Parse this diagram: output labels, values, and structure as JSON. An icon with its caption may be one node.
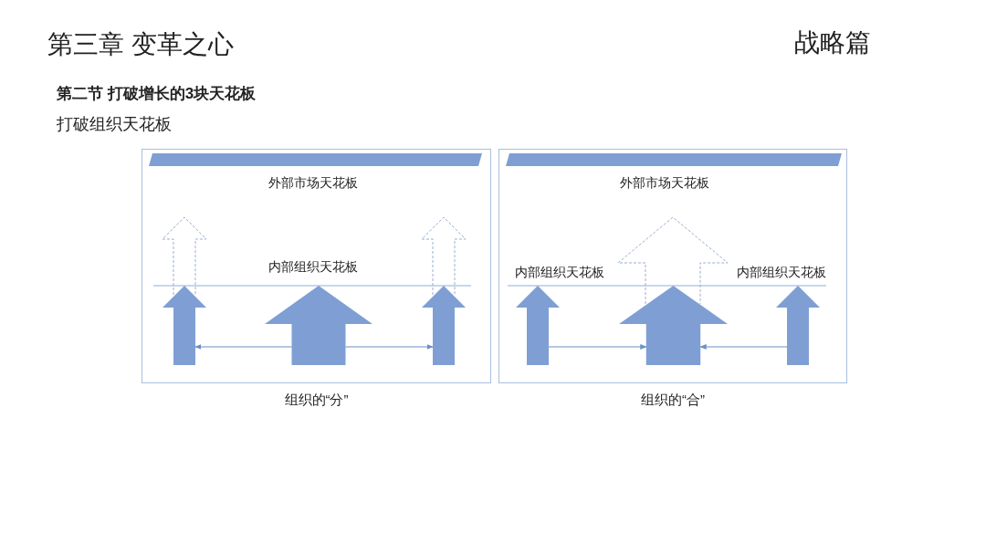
{
  "diagram": {
    "title": "第三章 变革之心",
    "nodes": [
      {
        "text": [],
        "shape": "box",
        "beside": [
          "组织的“分”"
        ]
      },
      {
        "text": [],
        "shape": "bar",
        "in": 0
      },
      {
        "text": [],
        "shape": "arrow",
        "in": 0
      },
      {
        "text": [],
        "shape": "arrow",
        "in": 0
      },
      {
        "text": [],
        "shape": "arrow",
        "in": 0
      },
      {
        "text": [],
        "shape": "box",
        "beside": [
          "组织的“合”"
        ]
      },
      {
        "text": [],
        "shape": "bar",
        "in": 5
      },
      {
        "text": [],
        "shape": "arrow",
        "in": 5
      },
      {
        "text": [],
        "shape": "arrow",
        "in": 5
      },
      {
        "text": [],
        "shape": "arrow",
        "in": 5
      }
    ],
    "edges": [
      {
        "from": 3,
        "to": 2,
        "arrow": "to"
      },
      {
        "from": 3,
        "to": 4,
        "arrow": "to"
      },
      {
        "from": 7,
        "to": 8,
        "arrow": "to"
      },
      {
        "from": 9,
        "to": 8,
        "arrow": "to"
      }
    ],
    "labels": [
      "战略篇",
      "第二节  打破增长的3块天花板",
      "打破组织天花板",
      "外部市场天花板",
      "内部组织天花板",
      "外部市场天花板",
      "内部组织天花板",
      "内部组织天花板"
    ]
  }
}
